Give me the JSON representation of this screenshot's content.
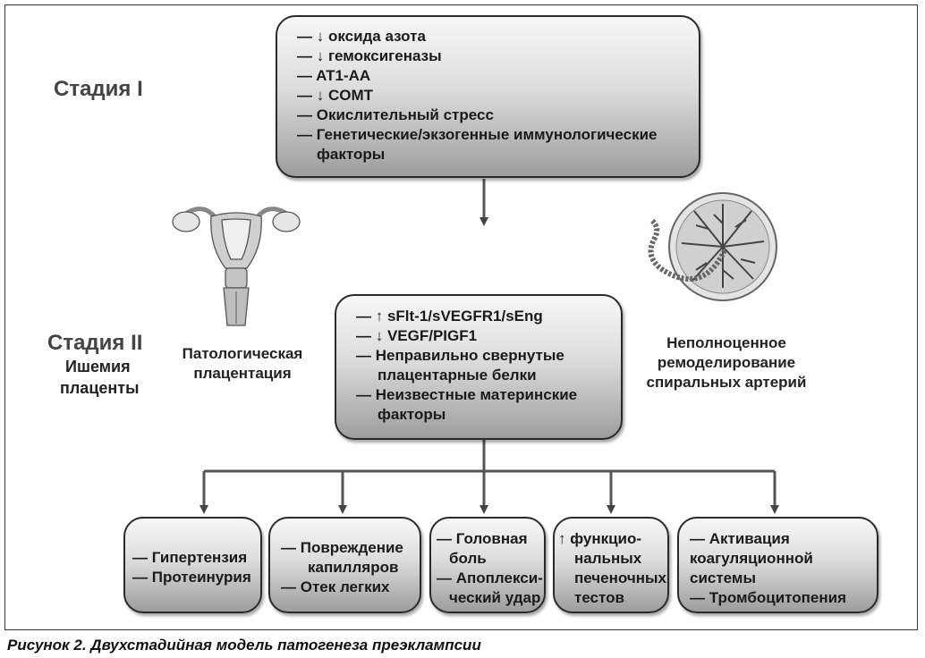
{
  "stage1": {
    "label": "Стадия I",
    "items": [
      "— ↓ оксида азота",
      "— ↓ гемоксигеназы",
      "— AT1-AA",
      "— ↓ COMT",
      "— Окислительный стресс",
      "— Генетические/экзогенные иммунологические",
      "факторы"
    ]
  },
  "stage2": {
    "label": "Стадия II",
    "sublabel_line1": "Ишемия",
    "sublabel_line2": "плаценты",
    "items": [
      "— ↑ sFlt-1/sVEGFR1/sEng",
      "— ↓ VEGF/PIGF1",
      "— Неправильно свернутые",
      "плацентарные белки",
      "— Неизвестные материнские",
      "факторы"
    ]
  },
  "uterus_caption": [
    "Патологическая",
    "плацентация"
  ],
  "artery_caption": [
    "Неполноценное",
    "ремоделирование",
    "спиральных артерий"
  ],
  "outcomes": [
    [
      "— Гипертензия",
      "— Протеинурия"
    ],
    [
      "— Повреждение",
      "капилляров",
      "— Отек легких"
    ],
    [
      "— Головная",
      "боль",
      "— Апоплекси-",
      "ческий удар"
    ],
    [
      "↑ функцио-",
      "нальных",
      "печеночных",
      "тестов"
    ],
    [
      "— Активация",
      "коагуляционной",
      "системы",
      "— Тромбоцитопения"
    ]
  ],
  "figure_caption": "Рисунок 2. Двухстадийная модель патогенеза преэклампсии",
  "colors": {
    "box_top": "#f7f7f7",
    "box_bottom": "#9d9d9d",
    "line": "#555555"
  }
}
